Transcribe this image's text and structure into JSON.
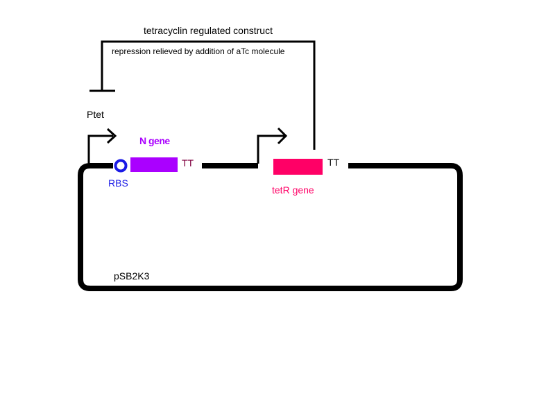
{
  "title": "tetracyclin regulated construct",
  "repression_note": "repression relieved by addition of aTc molecule",
  "promoter_label": "Ptet",
  "rbs_label": "RBS",
  "gene1_label": "N gene",
  "terminator1_label": "TT",
  "gene2_label": "tetR gene",
  "terminator2_label": "TT",
  "plasmid_label": "pSB2K3",
  "colors": {
    "line": "#000000",
    "rbs": "#1a1ae6",
    "n_gene": "#aa00ff",
    "tetr_gene": "#ff0066",
    "terminator1": "#800040",
    "terminator2": "#000000"
  }
}
